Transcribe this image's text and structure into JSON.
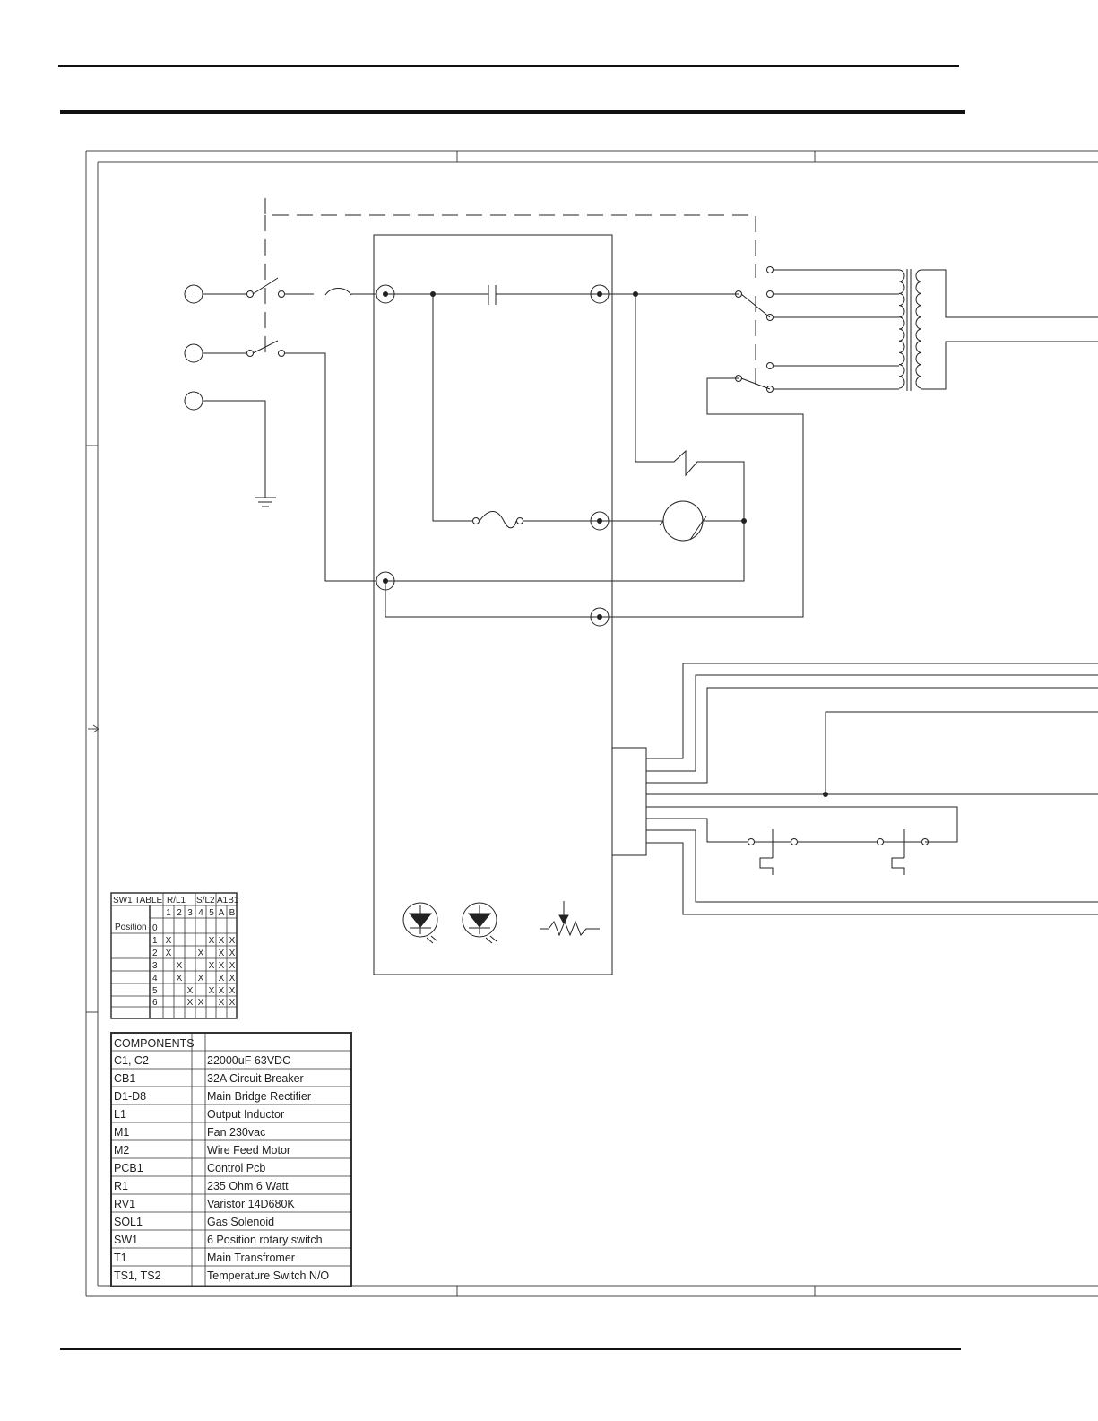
{
  "sw1_table": {
    "title": "SW1 TABLE",
    "group_headers": [
      "R/L1",
      "S/L2",
      "A1B1"
    ],
    "columns": [
      "1",
      "2",
      "3",
      "4",
      "5",
      "A",
      "B"
    ],
    "row_label": "Position",
    "rows": [
      {
        "position": "0",
        "marks": [
          "",
          "",
          "",
          "",
          "",
          "",
          ""
        ]
      },
      {
        "position": "1",
        "marks": [
          "X",
          "",
          "",
          "",
          "X",
          "X",
          "X"
        ]
      },
      {
        "position": "2",
        "marks": [
          "X",
          "",
          "",
          "X",
          "",
          "X",
          "X"
        ]
      },
      {
        "position": "3",
        "marks": [
          "",
          "X",
          "",
          "",
          "X",
          "X",
          "X"
        ]
      },
      {
        "position": "4",
        "marks": [
          "",
          "X",
          "",
          "X",
          "",
          "X",
          "X"
        ]
      },
      {
        "position": "5",
        "marks": [
          "",
          "",
          "X",
          "",
          "X",
          "X",
          "X"
        ]
      },
      {
        "position": "6",
        "marks": [
          "",
          "",
          "X",
          "X",
          "",
          "X",
          "X"
        ]
      }
    ]
  },
  "components_table": {
    "header": "COMPONENTS",
    "rows": [
      {
        "ref": "C1, C2",
        "desc": "22000uF 63VDC"
      },
      {
        "ref": "CB1",
        "desc": "32A Circuit Breaker"
      },
      {
        "ref": "D1-D8",
        "desc": "Main Bridge Rectifier"
      },
      {
        "ref": "L1",
        "desc": "Output Inductor"
      },
      {
        "ref": "M1",
        "desc": "Fan 230vac"
      },
      {
        "ref": "M2",
        "desc": "Wire Feed Motor"
      },
      {
        "ref": "PCB1",
        "desc": "Control Pcb"
      },
      {
        "ref": "R1",
        "desc": "235 Ohm 6 Watt"
      },
      {
        "ref": "RV1",
        "desc": "Varistor  14D680K"
      },
      {
        "ref": "SOL1",
        "desc": "Gas Solenoid"
      },
      {
        "ref": "SW1",
        "desc": "6 Position rotary switch"
      },
      {
        "ref": "T1",
        "desc": "Main Transfromer"
      },
      {
        "ref": "TS1, TS2",
        "desc": "Temperature Switch N/O"
      }
    ]
  }
}
